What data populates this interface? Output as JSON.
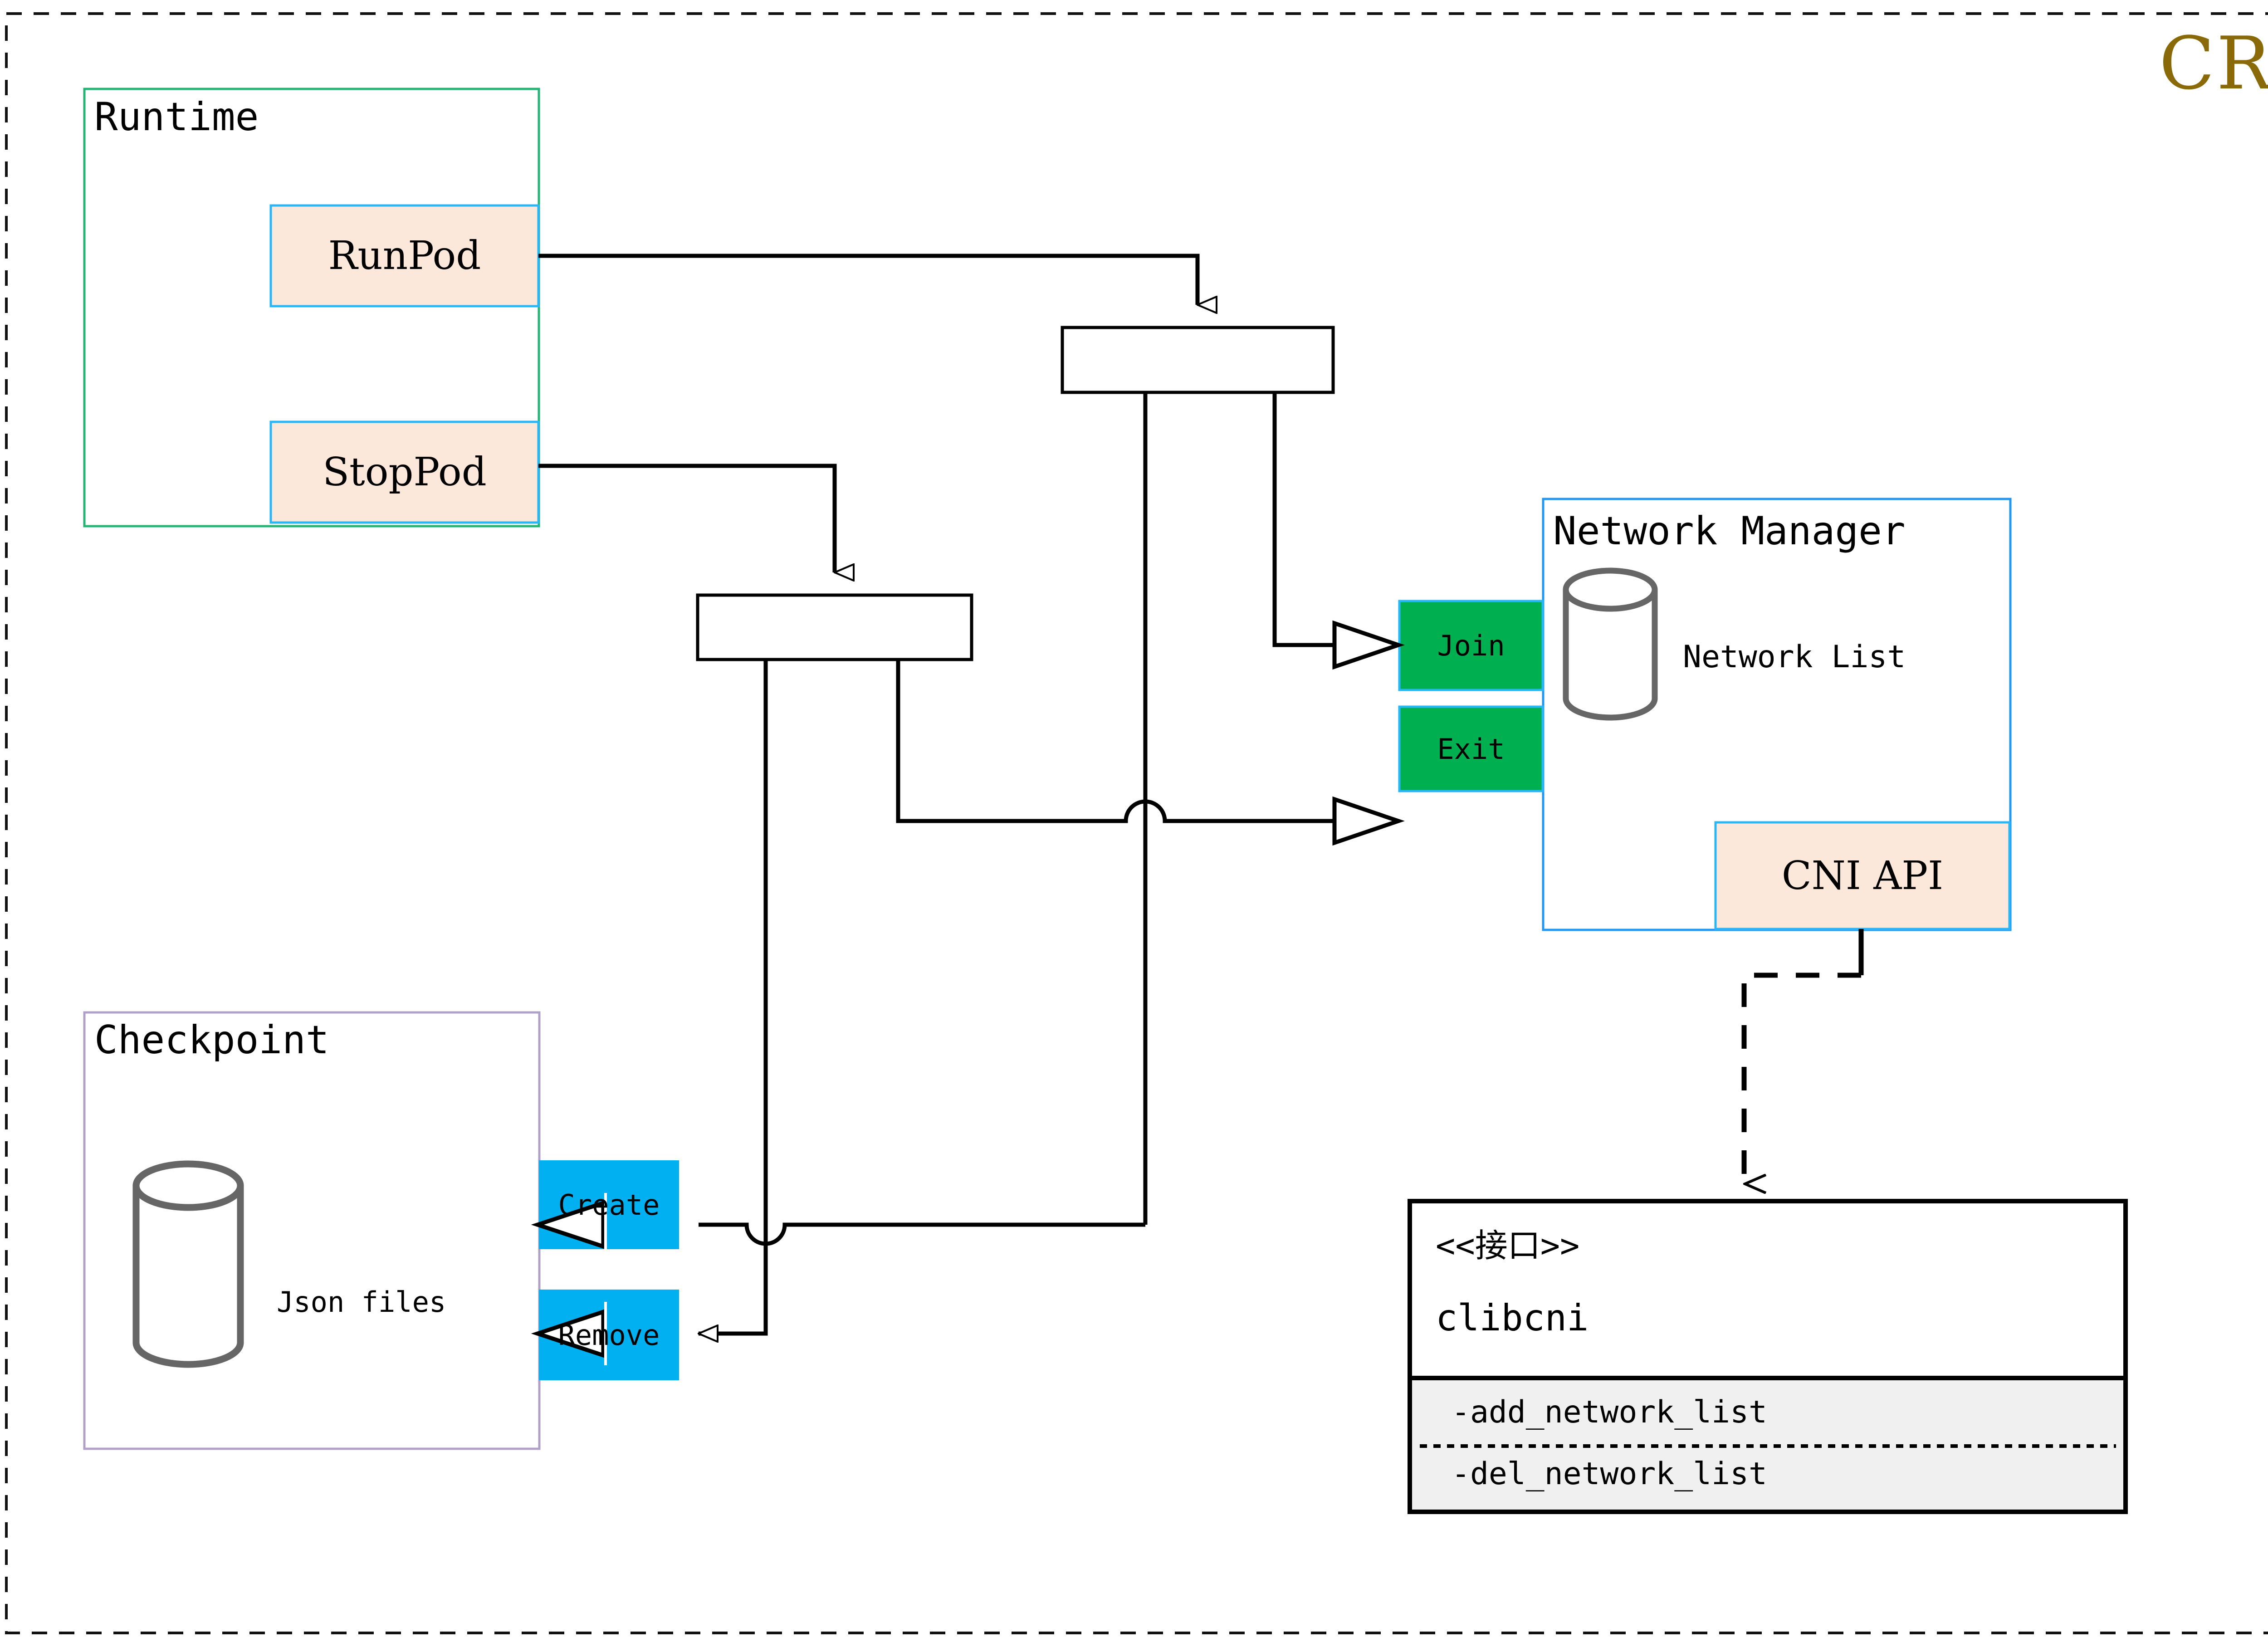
{
  "diagram": {
    "title": "CRI",
    "title_color": "#8a6a08",
    "outer_border": "dashed",
    "packages": [
      {
        "name": "Runtime",
        "label": "Runtime",
        "border_color": "#22b573"
      },
      {
        "name": "Checkpoint",
        "label": "Checkpoint",
        "border_color": "#b0a0c8"
      },
      {
        "name": "NetworkManager",
        "label": "Network Manager",
        "border_color": "#2196f3"
      }
    ],
    "runtime": {
      "label": "Runtime",
      "operations": [
        {
          "id": "runpod",
          "label": "RunPod",
          "fill": "#fce8da",
          "border": "#29b6f6"
        },
        {
          "id": "stoppod",
          "label": "StopPod",
          "fill": "#fce8da",
          "border": "#29b6f6"
        }
      ]
    },
    "checkpoint": {
      "label": "Checkpoint",
      "datastore_label": "Json files",
      "operations": [
        {
          "id": "create",
          "label": "Create",
          "fill": "#00b0f0"
        },
        {
          "id": "remove",
          "label": "Remove",
          "fill": "#00b0f0"
        }
      ]
    },
    "network_manager": {
      "label": "Network Manager",
      "datastore_label": "Network List",
      "operations": [
        {
          "id": "join",
          "label": "Join",
          "fill": "#00b050",
          "border": "#29b6f6"
        },
        {
          "id": "exit",
          "label": "Exit",
          "fill": "#00b050",
          "border": "#29b6f6"
        }
      ],
      "api_box": {
        "id": "cni-api",
        "label": "CNI API",
        "fill": "#fce8da",
        "border": "#29b6f6"
      }
    },
    "interface": {
      "stereotype": "<<接口>>",
      "name": "clibcni",
      "methods": [
        "-add_network_list",
        "-del_network_list"
      ],
      "methods_fill": "#f0f0f0"
    },
    "fork_bars": [
      {
        "id": "fork-bar-runpod"
      },
      {
        "id": "fork-bar-stoppod"
      }
    ],
    "edge_style": {
      "solid_color": "#000000",
      "dashed_color": "#000000"
    }
  }
}
